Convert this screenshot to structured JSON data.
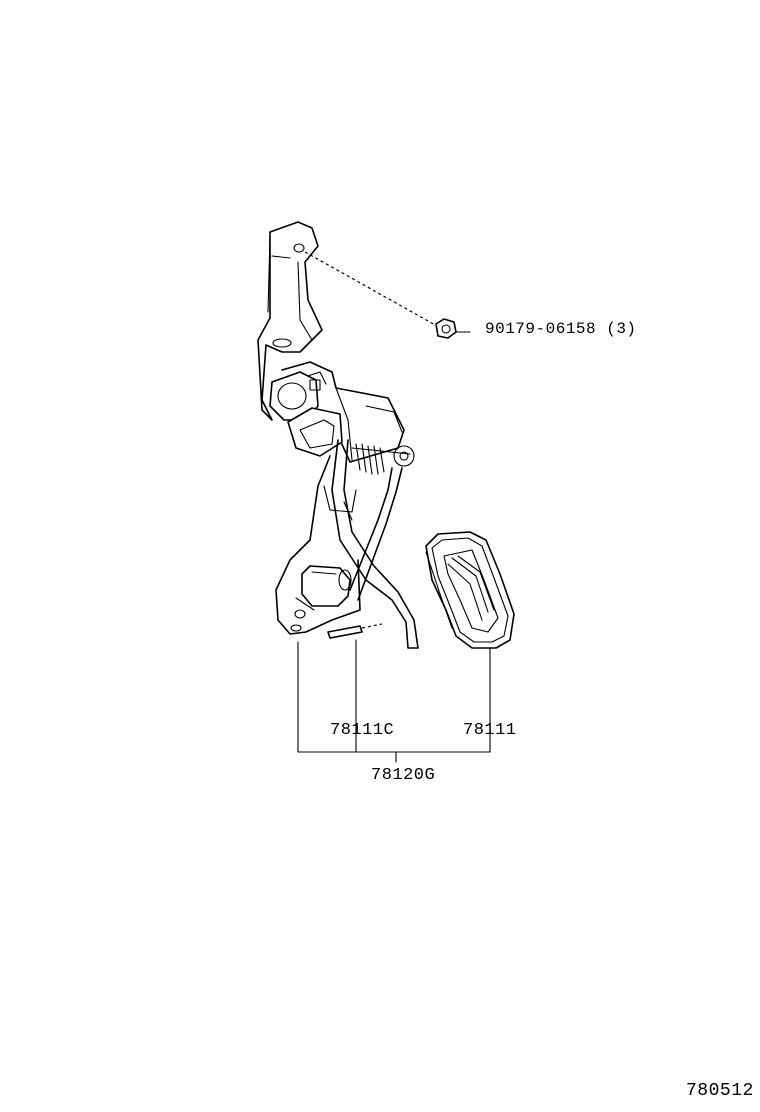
{
  "callouts": {
    "nut": "90179-06158 (3)",
    "pedal_cover": "78111C",
    "pedal_pad": "78111",
    "pedal_assembly": "78120G"
  },
  "figure_number": "780512"
}
